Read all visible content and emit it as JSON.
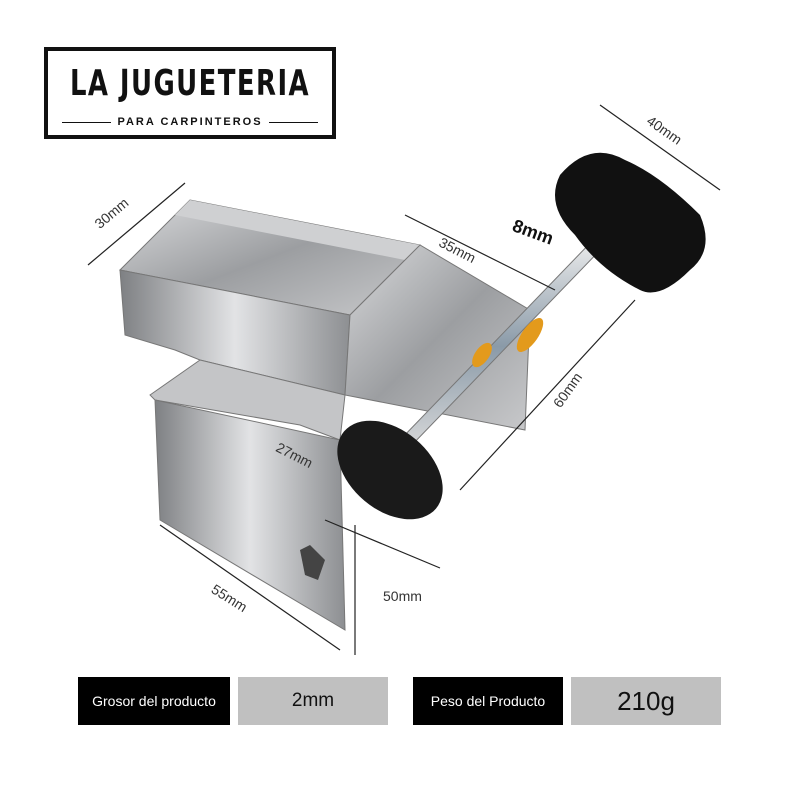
{
  "logo": {
    "title": "LA JUGUETERIA",
    "subtitle": "PARA CARPINTEROS"
  },
  "dimensions": {
    "top_width": "30mm",
    "knob_diameter": "40mm",
    "upper_depth": "35mm",
    "screw_diameter": "8mm",
    "screw_length": "60mm",
    "pad_diameter": "27mm",
    "base_length": "55mm",
    "height": "50mm"
  },
  "specs": [
    {
      "label": "Grosor del producto",
      "value": "2mm"
    },
    {
      "label": "Peso del Producto",
      "value": "210g"
    }
  ],
  "colors": {
    "metal": "#a9abae",
    "washer": "#e39a1c",
    "knob": "#111111",
    "label_bg": "#000000",
    "value_bg": "#c0c0c0"
  }
}
